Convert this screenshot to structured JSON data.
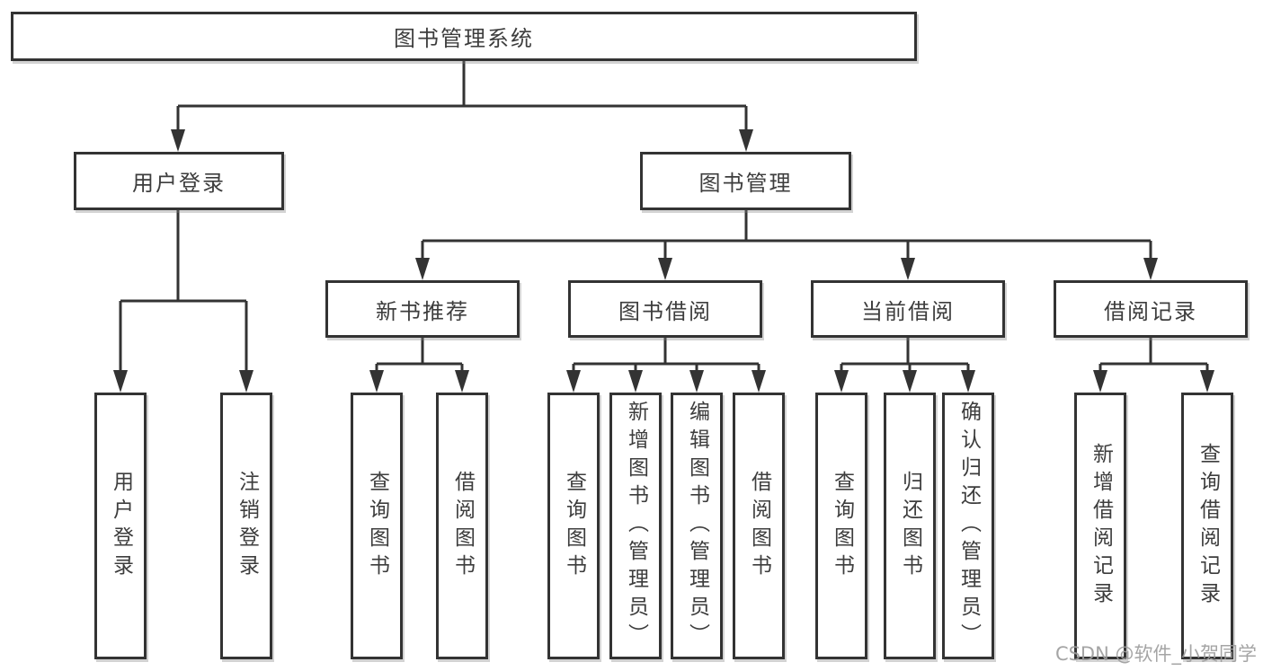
{
  "tree": {
    "root": {
      "label": "图书管理系统"
    },
    "children": [
      {
        "label": "用户登录",
        "children": [
          {
            "label": "用户登录"
          },
          {
            "label": "注销登录"
          }
        ]
      },
      {
        "label": "图书管理",
        "children": [
          {
            "label": "新书推荐",
            "children": [
              {
                "label": "查询图书"
              },
              {
                "label": "借阅图书"
              }
            ]
          },
          {
            "label": "图书借阅",
            "children": [
              {
                "label": "查询图书"
              },
              {
                "label": "新增图书（管理员）"
              },
              {
                "label": "编辑图书（管理员）"
              },
              {
                "label": "借阅图书"
              }
            ]
          },
          {
            "label": "当前借阅",
            "children": [
              {
                "label": "查询图书"
              },
              {
                "label": "归还图书"
              },
              {
                "label": "确认归还（管理员）"
              }
            ]
          },
          {
            "label": "借阅记录",
            "children": [
              {
                "label": "新增借阅记录"
              },
              {
                "label": "查询借阅记录"
              }
            ]
          }
        ]
      }
    ]
  },
  "watermark": {
    "text": "CSDN @软件_小贺同学"
  },
  "colors": {
    "line": "#333333",
    "box_border": "#333333",
    "box_background": "#ffffff",
    "text": "#3d3d3d",
    "watermark": "#9b9b9b"
  }
}
